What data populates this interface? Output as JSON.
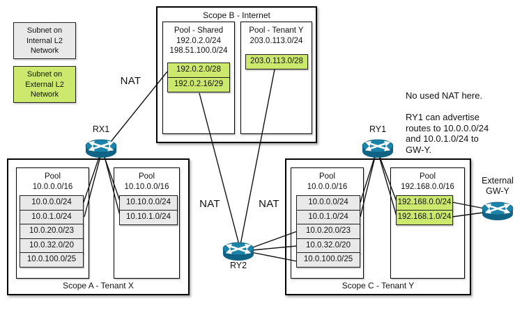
{
  "legend": {
    "internal": "Subnet on Internal L2 Network",
    "external": "Subnet on External L2 Network"
  },
  "nat": {
    "rx1": "NAT",
    "ry2_left": "NAT",
    "ry2_right": "NAT"
  },
  "notes": {
    "no_nat": "No used NAT here.",
    "ry1": "RY1 can advertise routes to 10.0.0.0/24 and 10.0.1.0/24 to GW-Y."
  },
  "routers": {
    "rx1": "RX1",
    "ry1": "RY1",
    "ry2": "RY2",
    "gwy": "External GW-Y"
  },
  "scope_b": {
    "title": "Scope B - Internet",
    "pool_shared": {
      "title": "Pool - Shared",
      "cidr_1": "192.0.2.0/24",
      "cidr_2": "198.51.100.0/24",
      "subnet_1": "192.0.2.0/28",
      "subnet_2": "192.0.2.16/29"
    },
    "pool_tenant_y": {
      "title": "Pool - Tenant Y",
      "cidr_1": "203.0.113.0/24",
      "subnet_1": "203.0.113.0/28"
    }
  },
  "scope_a": {
    "title": "Scope A - Tenant X",
    "pool_1": {
      "title": "Pool",
      "cidr": "10.0.0.0/16",
      "subnets": [
        "10.0.0.0/24",
        "10.0.1.0/24",
        "10.0.20.0/23",
        "10.0.32.0/20",
        "10.0.100.0/25"
      ]
    },
    "pool_2": {
      "title": "Pool",
      "cidr": "10.10.0.0/16",
      "subnets": [
        "10.10.0.0/24",
        "10.10.1.0/24"
      ]
    }
  },
  "scope_c": {
    "title": "Scope C - Tenant Y",
    "pool_1": {
      "title": "Pool",
      "cidr": "10.0.0.0/16",
      "subnets": [
        "10.0.0.0/24",
        "10.0.1.0/24",
        "10.0.20.0/23",
        "10.0.32.0/20",
        "10.0.100.0/25"
      ]
    },
    "pool_2": {
      "title": "Pool",
      "cidr": "192.168.0.0/16",
      "subnets": [
        "192.168.0.0/24",
        "192.168.1.0/24"
      ]
    }
  },
  "colors": {
    "internal_subnet": "#e9e9e9",
    "external_subnet": "#cce96d",
    "router": "#1b84a8",
    "line": "#111111"
  }
}
